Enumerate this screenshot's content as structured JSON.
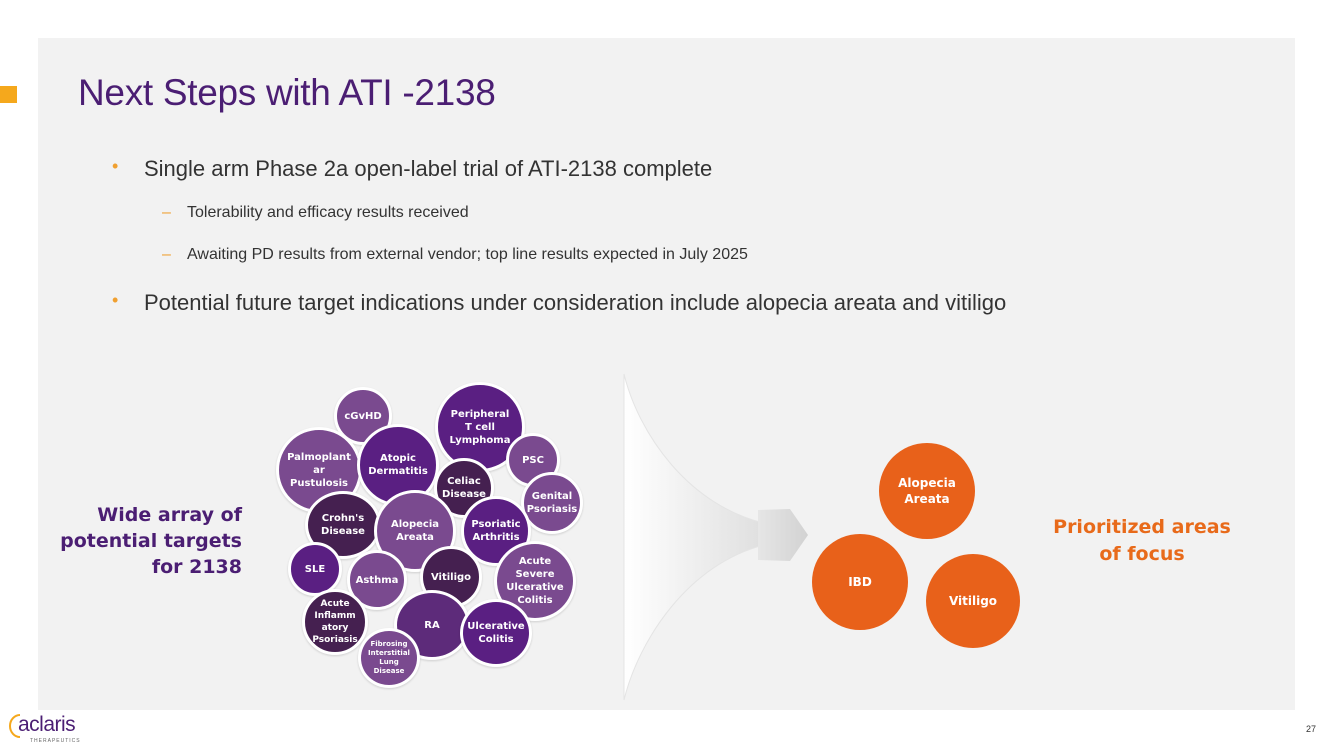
{
  "title": "Next Steps with ATI -2138",
  "bullets": [
    {
      "level": 1,
      "text": "Single arm Phase 2a open-label trial of ATI-2138 complete"
    },
    {
      "level": 2,
      "text": "Tolerability and efficacy results received"
    },
    {
      "level": 2,
      "text": "Awaiting PD results from external vendor; top line results expected in July 2025"
    },
    {
      "level": 1,
      "text": "Potential future target indications under consideration include alopecia areata and vitiligo"
    }
  ],
  "bullet_marker": "•",
  "sub_marker": "–",
  "left_label": "Wide array of\npotential targets\nfor 2138",
  "right_label": "Prioritized areas\nof focus",
  "targets": [
    "cGvHD",
    "Peripheral\nT cell\nLymphoma",
    "Palmoplant\nar\nPustulosis",
    "Atopic\nDermatitis",
    "PSC",
    "Celiac\nDisease",
    "Genital\nPsoriasis",
    "Crohn's\nDisease",
    "Alopecia\nAreata",
    "Psoriatic\nArthritis",
    "SLE",
    "Asthma",
    "Vitiligo",
    "Acute\nSevere\nUlcerative\nColitis",
    "Acute\nInflamm\natory\nPsoriasis",
    "RA",
    "Ulcerative\nColitis",
    "Fibrosing\nInterstitial\nLung\nDisease"
  ],
  "focus_areas": [
    "Alopecia\nAreata",
    "IBD",
    "Vitiligo"
  ],
  "logo": {
    "name": "aclaris",
    "sub": "THERAPEUTICS"
  },
  "page_number": "27",
  "colors": {
    "title": "#4b1e73",
    "accent": "#f5a81c",
    "focus": "#e8611a",
    "panel": "#f2f2f2"
  }
}
